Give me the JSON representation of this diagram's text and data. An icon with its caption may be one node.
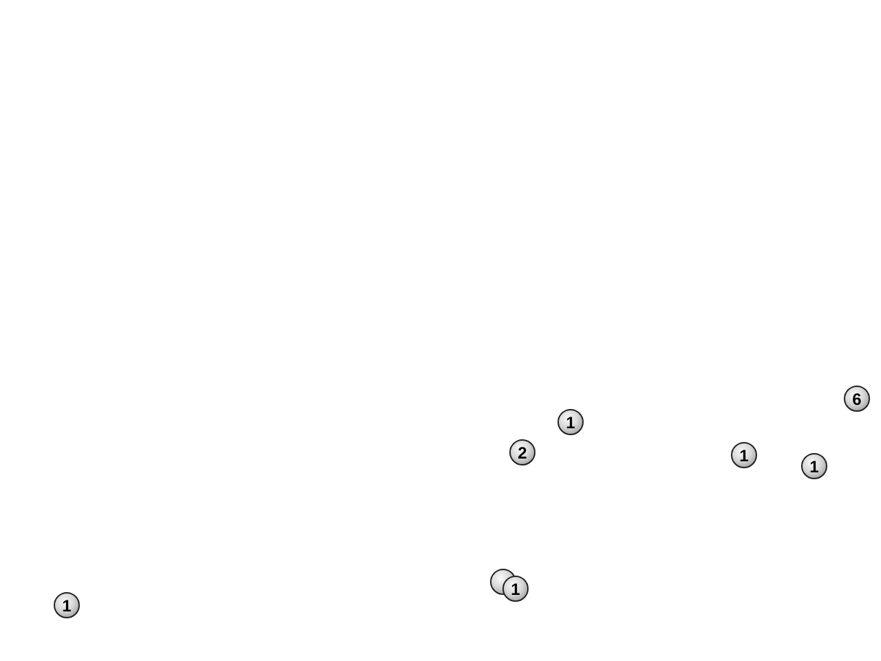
{
  "diagram": {
    "nodes": [
      {
        "text": [
          "6"
        ]
      },
      {
        "text": [
          "1"
        ]
      },
      {
        "text": [
          "2"
        ]
      },
      {
        "text": [
          "1"
        ]
      },
      {
        "text": [
          "1"
        ]
      },
      {
        "text": [],
        "shape": "circle"
      },
      {
        "text": [
          "1"
        ]
      },
      {
        "text": [
          "1"
        ]
      }
    ]
  }
}
